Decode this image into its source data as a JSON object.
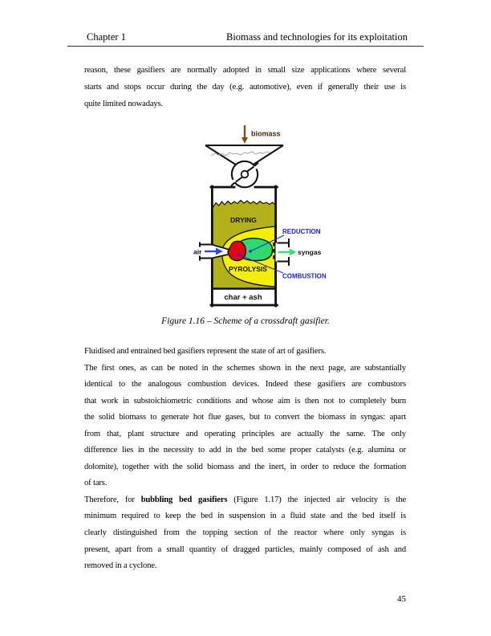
{
  "header": {
    "left": "Chapter 1",
    "right": "Biomass and technologies for its exploitation"
  },
  "para1": {
    "lines": [
      "reason, these gasifiers are normally adopted in small size applications where several",
      "starts and stops occur during the day (e.g. automotive), even if generally their use is",
      "quite limited nowadays."
    ]
  },
  "figure": {
    "caption": "Figure 1.16 – Scheme of a crossdraft gasifier.",
    "labels": {
      "biomass": "biomass",
      "drying": "DRYING",
      "reduction": "REDUCTION",
      "air": "air",
      "syngas": "syngas",
      "pyrolysis": "PYROLYSIS",
      "combustion": "COMBUSTION",
      "char_ash": "char + ash"
    },
    "colors": {
      "drying_zone": "#b3b118",
      "pyrolysis_zone": "#f3ef08",
      "combustion_zone": "#e5050f",
      "reduction_zone": "#2ed96d",
      "label_blue": "#1f1fd2",
      "air_arrow": "#2b48f0",
      "syngas_arrow": "#35e077",
      "biomass_arrow": "#8a4a14",
      "biomass_text": "#3f2a10"
    }
  },
  "para2": {
    "lines": [
      "Fluidised and entrained bed gasifiers represent the state of art of gasifiers."
    ]
  },
  "para3": {
    "lines": [
      "The first ones, as can be noted in the schemes shown in the next page, are substantially",
      "identical to the analogous combustion devices. Indeed these gasifiers are combustors",
      "that work in substoichiometric conditions and whose aim is then not to completely burn",
      "the solid biomass to generate hot flue gases, but to convert the biomass in syngas: apart",
      "from that, plant structure and operating principles are actually the same. The only",
      "difference lies in the necessity to add in the bed some proper catalysts (e.g. alumina or",
      "dolomite), together with the solid biomass and the inert, in order to reduce the formation",
      "of tars."
    ]
  },
  "para4": {
    "line1_pre": "Therefore, for ",
    "line1_bold": "bubbling bed gasifiers",
    "line1_post": " (Figure 1.17) the injected air velocity is the",
    "lines": [
      "minimum required to keep the bed in suspension in a fluid state and the bed itself is",
      "clearly distinguished from the topping section of the reactor where only syngas is",
      "present, apart from a small quantity of dragged particles, mainly composed of ash and",
      "removed in a cyclone."
    ]
  },
  "page_number": "45"
}
